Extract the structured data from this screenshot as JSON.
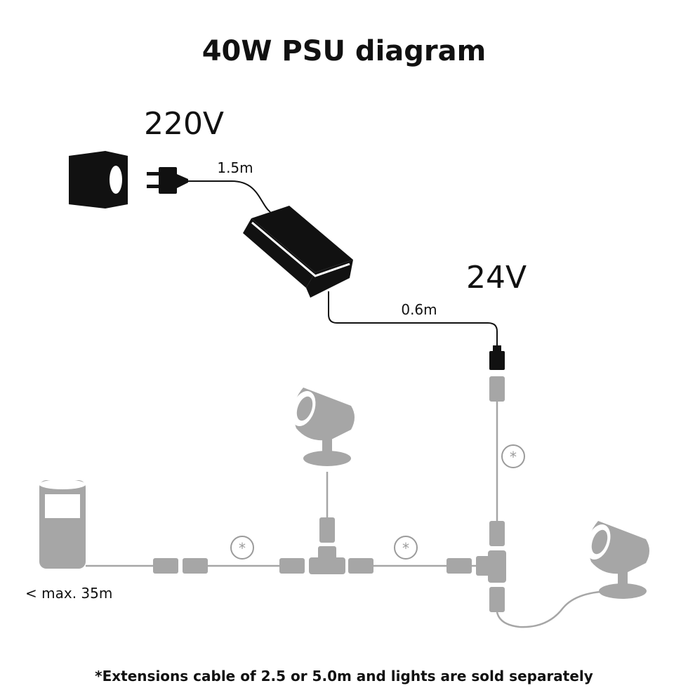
{
  "title": "40W PSU diagram",
  "input_voltage": "220V",
  "output_voltage": "24V",
  "cable_input_length": "1.5m",
  "cable_output_length": "0.6m",
  "max_run": "< max. 35m",
  "extension_marker": "*",
  "footnote": "*Extensions cable of 2.5 or 5.0m and lights are sold separately",
  "icons": [
    "wall-socket-icon",
    "power-plug-icon",
    "power-supply-unit-icon",
    "dc-connector-icon",
    "bollard-light-icon",
    "spot-light-icon",
    "t-connector-icon",
    "extension-cable-marker-icon"
  ],
  "colors": {
    "ink": "#111111",
    "accessory_grey": "#a6a6a6"
  }
}
